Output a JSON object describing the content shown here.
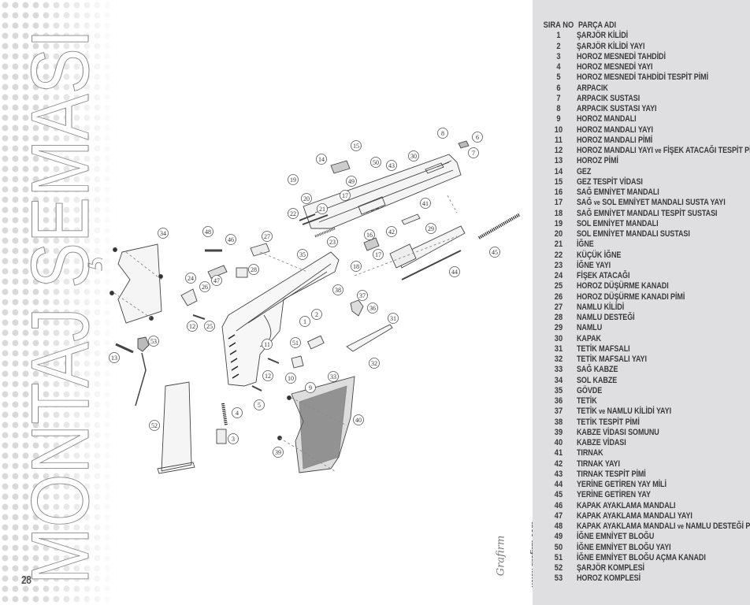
{
  "title": "MONTAJ ŞEMASI",
  "page_number": "28",
  "logo": {
    "signature": "Grafirm",
    "url": "www.grafirm.com"
  },
  "parts_table": {
    "headers": {
      "no": "SIRA NO",
      "name": "PARÇA ADI"
    },
    "rows": [
      {
        "no": "1",
        "name": "ŞARJÖR KİLİDİ"
      },
      {
        "no": "2",
        "name": "ŞARJÖR KİLİDİ YAYI"
      },
      {
        "no": "3",
        "name": "HOROZ MESNEDİ TAHDİDİ"
      },
      {
        "no": "4",
        "name": "HOROZ MESNEDİ YAYI"
      },
      {
        "no": "5",
        "name": "HOROZ MESNEDİ TAHDİDİ TESPİT PİMİ"
      },
      {
        "no": "6",
        "name": "ARPACIK"
      },
      {
        "no": "7",
        "name": "ARPACIK SUSTASI"
      },
      {
        "no": "8",
        "name": "ARPACIK SUSTASI YAYI"
      },
      {
        "no": "9",
        "name": "HOROZ MANDALI"
      },
      {
        "no": "10",
        "name": "HOROZ MANDALI YAYI"
      },
      {
        "no": "11",
        "name": "HOROZ MANDALI PİMİ"
      },
      {
        "no": "12",
        "name": "HOROZ MANDALI YAYI ve FİŞEK ATACAĞI TESPİT PİMİ"
      },
      {
        "no": "13",
        "name": "HOROZ PİMİ"
      },
      {
        "no": "14",
        "name": "GEZ"
      },
      {
        "no": "15",
        "name": "GEZ TESPİT VİDASI"
      },
      {
        "no": "16",
        "name": "SAĞ EMNİYET MANDALI"
      },
      {
        "no": "17",
        "name": "SAĞ ve SOL EMNİYET MANDALI SUSTA YAYI"
      },
      {
        "no": "18",
        "name": "SAĞ EMNİYET MANDALI TESPİT SUSTASI"
      },
      {
        "no": "19",
        "name": "SOL EMNİYET MANDALI"
      },
      {
        "no": "20",
        "name": "SOL EMNİYET MANDALI SUSTASI"
      },
      {
        "no": "21",
        "name": "İĞNE"
      },
      {
        "no": "22",
        "name": "KÜÇÜK İĞNE"
      },
      {
        "no": "23",
        "name": "İĞNE YAYI"
      },
      {
        "no": "24",
        "name": "FİŞEK ATACAĞI"
      },
      {
        "no": "25",
        "name": "HOROZ DÜŞÜRME KANADI"
      },
      {
        "no": "26",
        "name": "HOROZ DÜŞÜRME KANADI PİMİ"
      },
      {
        "no": "27",
        "name": "NAMLU KİLİDİ"
      },
      {
        "no": "28",
        "name": "NAMLU DESTEĞİ"
      },
      {
        "no": "29",
        "name": "NAMLU"
      },
      {
        "no": "30",
        "name": "KAPAK"
      },
      {
        "no": "31",
        "name": "TETİK MAFSALI"
      },
      {
        "no": "32",
        "name": "TETİK MAFSALI YAYI"
      },
      {
        "no": "33",
        "name": "SAĞ KABZE"
      },
      {
        "no": "34",
        "name": "SOL KABZE"
      },
      {
        "no": "35",
        "name": "GÖVDE"
      },
      {
        "no": "36",
        "name": "TETİK"
      },
      {
        "no": "37",
        "name": "TETİK ve NAMLU KİLİDİ YAYI"
      },
      {
        "no": "38",
        "name": "TETİK TESPİT PİMİ"
      },
      {
        "no": "39",
        "name": "KABZE VİDASI SOMUNU"
      },
      {
        "no": "40",
        "name": "KABZE VİDASI"
      },
      {
        "no": "41",
        "name": "TIRNAK"
      },
      {
        "no": "42",
        "name": "TIRNAK YAYI"
      },
      {
        "no": "43",
        "name": "TIRNAK TESPİT PİMİ"
      },
      {
        "no": "44",
        "name": "YERİNE GETİREN YAY MİLİ"
      },
      {
        "no": "45",
        "name": "YERİNE GETİREN YAY"
      },
      {
        "no": "46",
        "name": "KAPAK AYAKLAMA MANDALI"
      },
      {
        "no": "47",
        "name": "KAPAK AYAKLAMA MANDALI YAYI"
      },
      {
        "no": "48",
        "name": "KAPAK AYAKLAMA MANDALI ve NAMLU DESTEĞİ PİMİ"
      },
      {
        "no": "49",
        "name": "İĞNE EMNİYET BLOĞU"
      },
      {
        "no": "50",
        "name": "İĞNE EMNİYET BLOĞU YAYI"
      },
      {
        "no": "51",
        "name": "İĞNE EMNİYET BLOĞU AÇMA KANADI"
      },
      {
        "no": "52",
        "name": "ŞARJÖR KOMPLESİ"
      },
      {
        "no": "53",
        "name": "HOROZ KOMPLESİ"
      }
    ]
  },
  "diagram_callouts": [
    "6",
    "8",
    "7",
    "15",
    "14",
    "50",
    "43",
    "30",
    "49",
    "19",
    "17",
    "20",
    "21",
    "22",
    "41",
    "42",
    "29",
    "23",
    "16",
    "17",
    "18",
    "45",
    "44",
    "34",
    "48",
    "46",
    "27",
    "35",
    "28",
    "24",
    "26",
    "47",
    "38",
    "37",
    "36",
    "2",
    "1",
    "31",
    "12",
    "25",
    "53",
    "13",
    "11",
    "51",
    "10",
    "12",
    "9",
    "32",
    "33",
    "5",
    "4",
    "40",
    "52",
    "3",
    "39"
  ]
}
